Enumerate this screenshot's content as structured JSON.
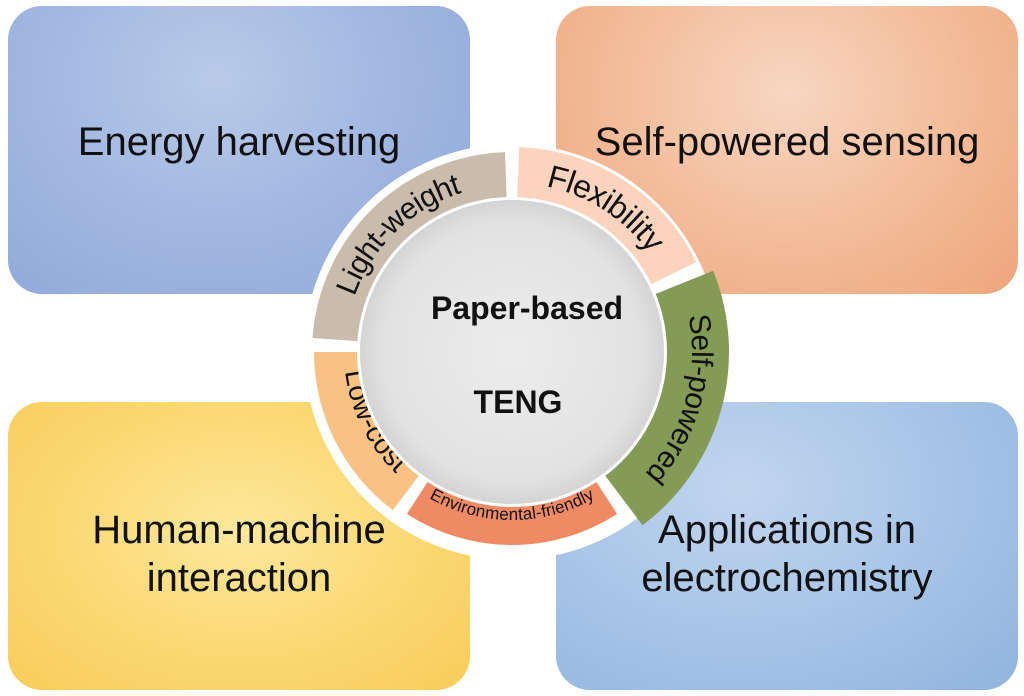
{
  "quadrants": {
    "top_left": {
      "line1": "Energy harvesting",
      "color": "#a3b9e2"
    },
    "top_right": {
      "line1": "Self-powered sensing",
      "color": "#f3bd9b"
    },
    "bottom_left": {
      "line1": "Human-machine",
      "line2": "interaction",
      "color": "#fbd873"
    },
    "bottom_right": {
      "line1": "Applications in",
      "line2": "electrochemistry",
      "color": "#a8c5e8"
    }
  },
  "center": {
    "line1": "Paper-based",
    "line2": "TENG",
    "color": "#e6e6e6"
  },
  "ring_segments": [
    {
      "label": "Light-weight",
      "color": "#c9bcad"
    },
    {
      "label": "Flexibility",
      "color": "#fcd3bc"
    },
    {
      "label": "Self-powered",
      "color": "#839b55"
    },
    {
      "label": "Environmental-friendly",
      "color": "#ef8b64"
    },
    {
      "label": "Low-cost",
      "color": "#f9c284"
    }
  ]
}
